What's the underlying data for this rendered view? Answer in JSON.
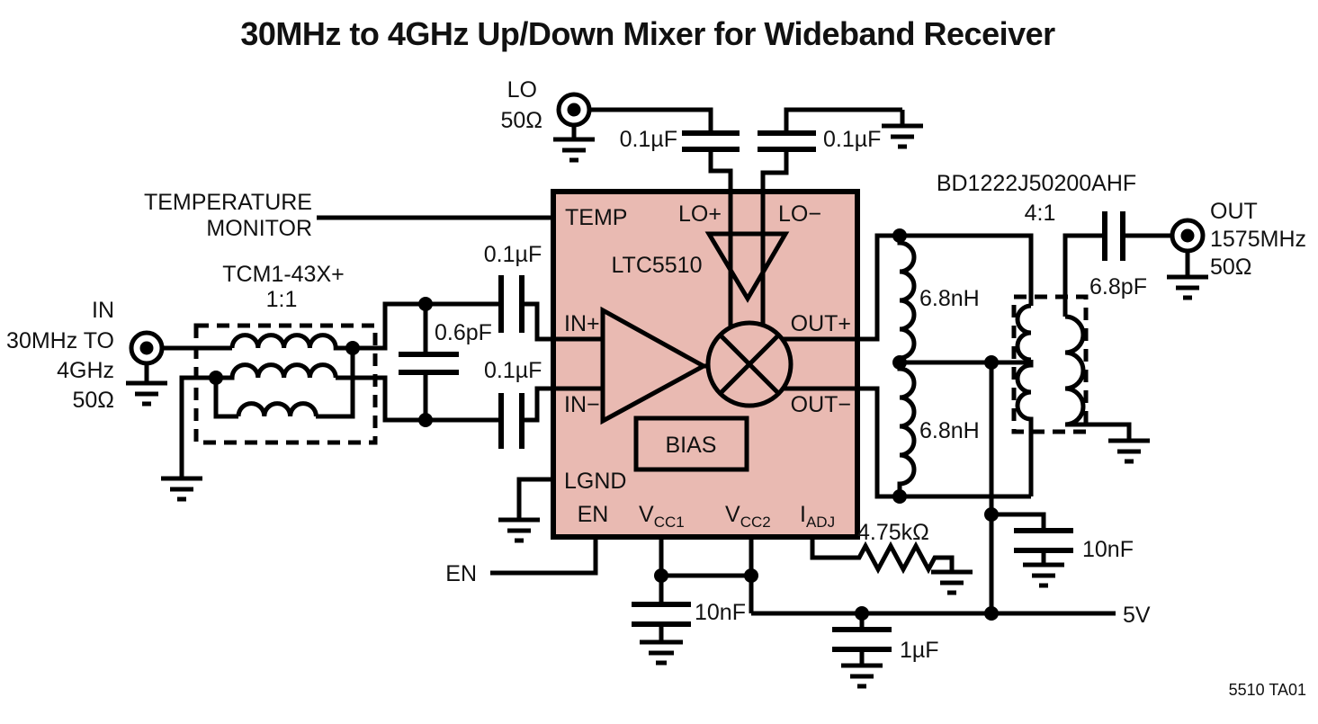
{
  "title": "30MHz to 4GHz Up/Down Mixer for Wideband Receiver",
  "fig_number": "5510 TA01",
  "colors": {
    "ic_fill": "#E9BAB2",
    "line": "#000000",
    "background": "#FFFFFF"
  },
  "ports": {
    "in": {
      "line1": "IN",
      "line2": "30MHz TO",
      "line3": "4GHz",
      "line4": "50Ω"
    },
    "lo": {
      "line1": "LO",
      "line2": "50Ω"
    },
    "out": {
      "line1": "OUT",
      "line2": "1575MHz",
      "line3": "50Ω"
    }
  },
  "temperature_monitor": {
    "line1": "TEMPERATURE",
    "line2": "MONITOR"
  },
  "enable": {
    "label": "EN"
  },
  "supply": {
    "label": "5V"
  },
  "input_balun": {
    "name": "TCM1-43X+",
    "ratio": "1:1"
  },
  "output_balun": {
    "name": "BD1222J50200AHF",
    "ratio": "4:1"
  },
  "ic": {
    "name": "LTC5510",
    "bias": "BIAS",
    "pins": {
      "temp": "TEMP",
      "lo_plus": "LO+",
      "lo_minus": "LO−",
      "in_plus": "IN+",
      "in_minus": "IN−",
      "out_plus": "OUT+",
      "out_minus": "OUT−",
      "lgnd": "LGND",
      "en": "EN",
      "vcc1_main": "V",
      "vcc1_sub": "CC1",
      "vcc2_main": "V",
      "vcc2_sub": "CC2",
      "iadj_main": "I",
      "iadj_sub": "ADJ"
    }
  },
  "components": {
    "c_lo_plus": "0.1µF",
    "c_lo_minus": "0.1µF",
    "c_in_top": "0.1µF",
    "c_in_bottom": "0.1µF",
    "c_shunt": "0.6pF",
    "l_top": "6.8nH",
    "l_bottom": "6.8nH",
    "c_out": "6.8pF",
    "r_iadj": "4.75kΩ",
    "c_vcc": "10nF",
    "c_ct": "10nF",
    "c_supply": "1µF"
  }
}
